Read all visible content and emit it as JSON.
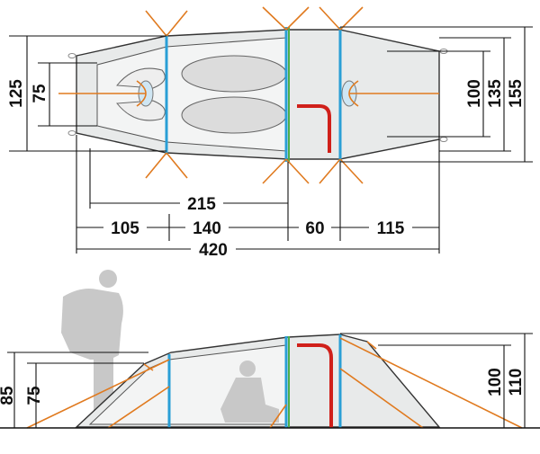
{
  "top_view": {
    "dims": {
      "total_length": "420",
      "inner_length": "215",
      "seg_front": "105",
      "seg_inner": "140",
      "seg_vestibule": "60",
      "seg_rear": "115",
      "width_outer_left": "125",
      "width_inner_left": "75",
      "width_inner_right": "100",
      "width_mid_right": "135",
      "width_outer_right": "155"
    }
  },
  "side_view": {
    "dims": {
      "height_left_outer": "85",
      "height_left_inner": "75",
      "height_right_inner": "100",
      "height_right_outer": "110"
    }
  },
  "colors": {
    "fly": "#e8eaea",
    "inner_tent": "#f3f4f4",
    "pole": "#2a9fd6",
    "guy_line": "#e07a1f",
    "door_zip": "#d0201a",
    "figure": "#c8c8c8"
  }
}
